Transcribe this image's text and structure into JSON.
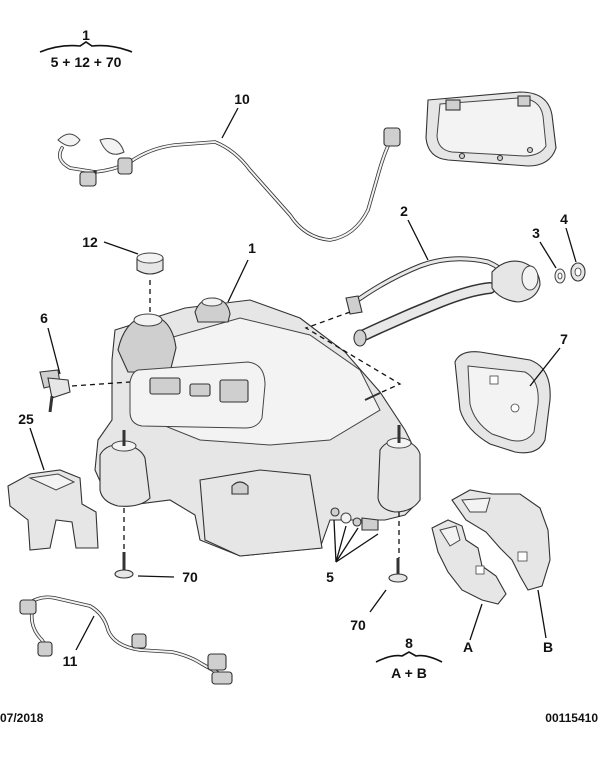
{
  "groups": {
    "top": {
      "label": "1",
      "formula": "5 + 12 + 70"
    },
    "bottom": {
      "label": "8",
      "formula": "A + B"
    }
  },
  "callouts": {
    "c10": "10",
    "c12": "12",
    "c1": "1",
    "c2": "2",
    "c3": "3",
    "c4": "4",
    "c6": "6",
    "c7": "7",
    "c25": "25",
    "c70a": "70",
    "c5": "5",
    "c70b": "70",
    "c11": "11",
    "cA": "A",
    "cB": "B"
  },
  "footer": {
    "date": "07/2018",
    "ref": "00115410"
  }
}
